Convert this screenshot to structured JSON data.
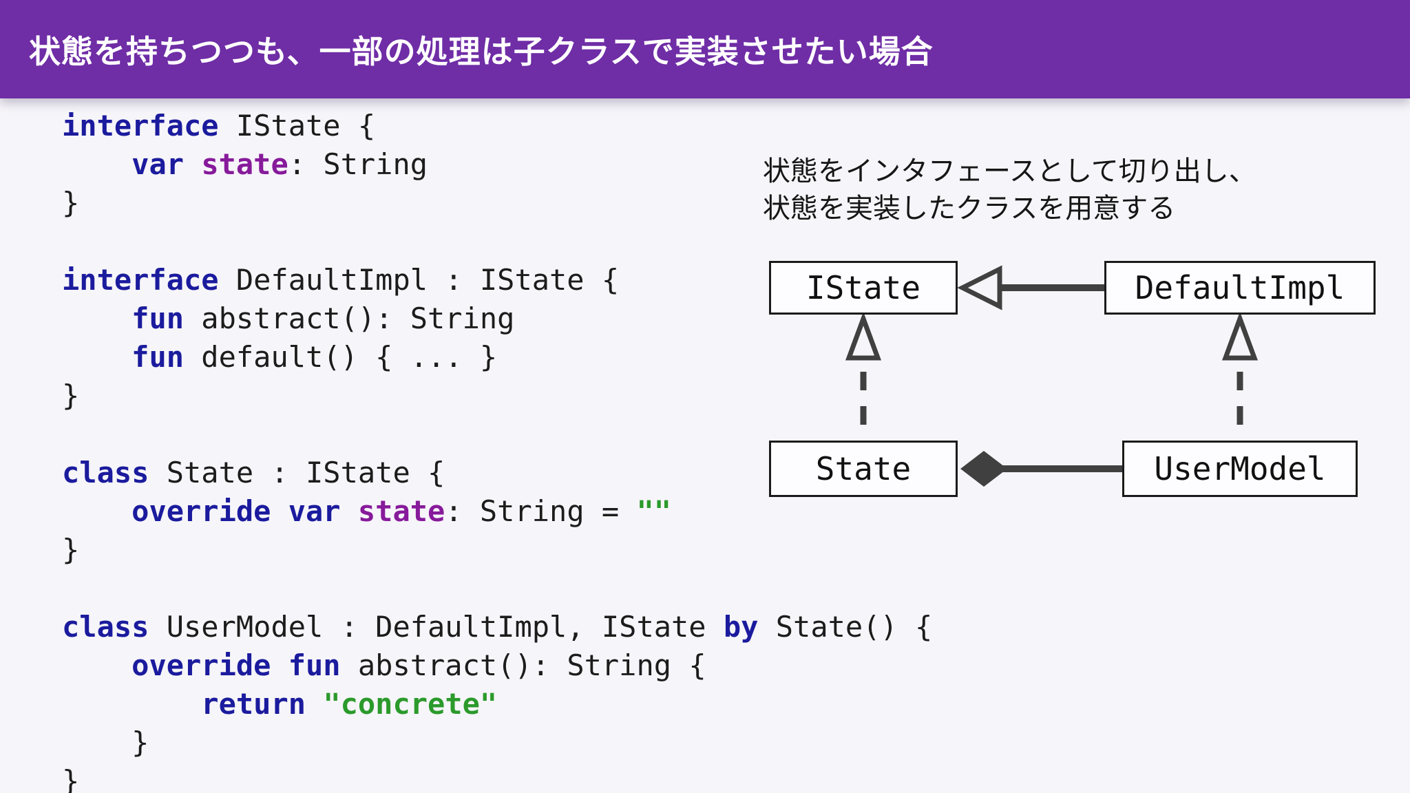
{
  "header": {
    "title": "状態を持ちつつも、一部の処理は子クラスで実装させたい場合",
    "background_color": "#6f2da6",
    "text_color": "#ffffff"
  },
  "code": {
    "language": "kotlin",
    "syntax_colors": {
      "keyword": "#1b1b9e",
      "plain": "#1c1c1c",
      "property": "#871a9b",
      "string": "#2b9a2b"
    },
    "lines": [
      [
        {
          "t": "kw",
          "s": "interface"
        },
        {
          "t": "p",
          "s": " IState {"
        }
      ],
      [
        {
          "t": "p",
          "s": "    "
        },
        {
          "t": "kw",
          "s": "var"
        },
        {
          "t": "p",
          "s": " "
        },
        {
          "t": "prop",
          "s": "state"
        },
        {
          "t": "p",
          "s": ": String"
        }
      ],
      [
        {
          "t": "p",
          "s": "}"
        }
      ],
      [],
      [
        {
          "t": "kw",
          "s": "interface"
        },
        {
          "t": "p",
          "s": " DefaultImpl : IState {"
        }
      ],
      [
        {
          "t": "p",
          "s": "    "
        },
        {
          "t": "kw",
          "s": "fun"
        },
        {
          "t": "p",
          "s": " abstract(): String"
        }
      ],
      [
        {
          "t": "p",
          "s": "    "
        },
        {
          "t": "kw",
          "s": "fun"
        },
        {
          "t": "p",
          "s": " default() { ... }"
        }
      ],
      [
        {
          "t": "p",
          "s": "}"
        }
      ],
      [],
      [
        {
          "t": "kw",
          "s": "class"
        },
        {
          "t": "p",
          "s": " State : IState {"
        }
      ],
      [
        {
          "t": "p",
          "s": "    "
        },
        {
          "t": "kw",
          "s": "override var"
        },
        {
          "t": "p",
          "s": " "
        },
        {
          "t": "prop",
          "s": "state"
        },
        {
          "t": "p",
          "s": ": String = "
        },
        {
          "t": "str",
          "s": "\"\""
        }
      ],
      [
        {
          "t": "p",
          "s": "}"
        }
      ],
      [],
      [
        {
          "t": "kw",
          "s": "class"
        },
        {
          "t": "p",
          "s": " UserModel : DefaultImpl, IState "
        },
        {
          "t": "kw",
          "s": "by"
        },
        {
          "t": "p",
          "s": " State() {"
        }
      ],
      [
        {
          "t": "p",
          "s": "    "
        },
        {
          "t": "kw",
          "s": "override fun"
        },
        {
          "t": "p",
          "s": " abstract(): String {"
        }
      ],
      [
        {
          "t": "p",
          "s": "        "
        },
        {
          "t": "kw",
          "s": "return"
        },
        {
          "t": "p",
          "s": " "
        },
        {
          "t": "str",
          "s": "\"concrete\""
        }
      ],
      [
        {
          "t": "p",
          "s": "    }"
        }
      ],
      [
        {
          "t": "p",
          "s": "}"
        }
      ]
    ]
  },
  "diagram": {
    "annotation": {
      "line1": "状態をインタフェースとして切り出し、",
      "line2": "状態を実装したクラスを用意する"
    },
    "nodes": {
      "istate": "IState",
      "default_impl": "DefaultImpl",
      "state": "State",
      "user_model": "UserModel"
    },
    "line_color": "#404040",
    "box_border_color": "#1a1a1a",
    "box_fill_color": "#fdfcfe"
  }
}
